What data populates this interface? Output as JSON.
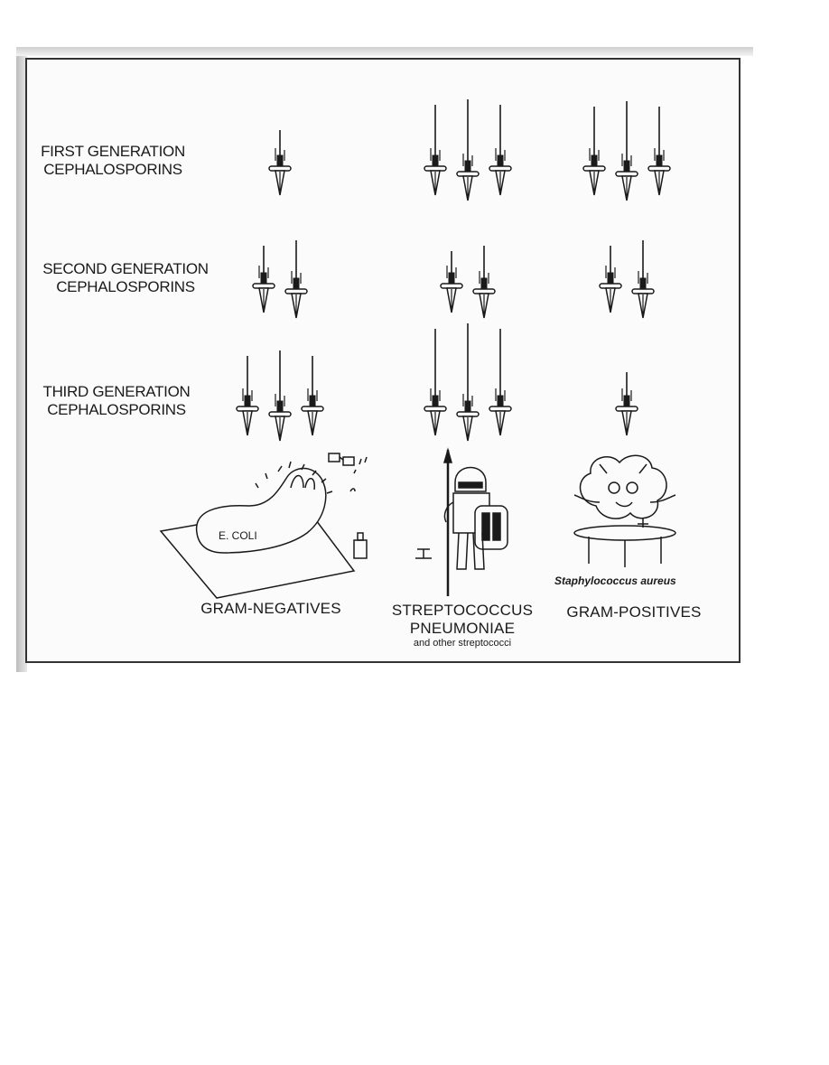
{
  "rows": [
    {
      "line1": "FIRST GENERATION",
      "line2": "CEPHALOSPORINS"
    },
    {
      "line1": "SECOND GENERATION",
      "line2": "CEPHALOSPORINS"
    },
    {
      "line1": "THIRD GENERATION",
      "line2": "CEPHALOSPORINS"
    }
  ],
  "columns": [
    {
      "label": "GRAM-NEGATIVES",
      "organism": "E. COLI"
    },
    {
      "label_line1": "STREPTOCOCCUS",
      "label_line2": "PNEUMONIAE",
      "sub": "and other streptococci"
    },
    {
      "label": "GRAM-POSITIVES",
      "organism": "Staphylococcus aureus"
    }
  ],
  "swords_per_cell": [
    [
      1,
      3,
      3
    ],
    [
      2,
      2,
      2
    ],
    [
      3,
      3,
      1
    ]
  ],
  "colors": {
    "ink": "#1a1a1a",
    "paper": "#fbfbfb",
    "frame": "#333333"
  }
}
